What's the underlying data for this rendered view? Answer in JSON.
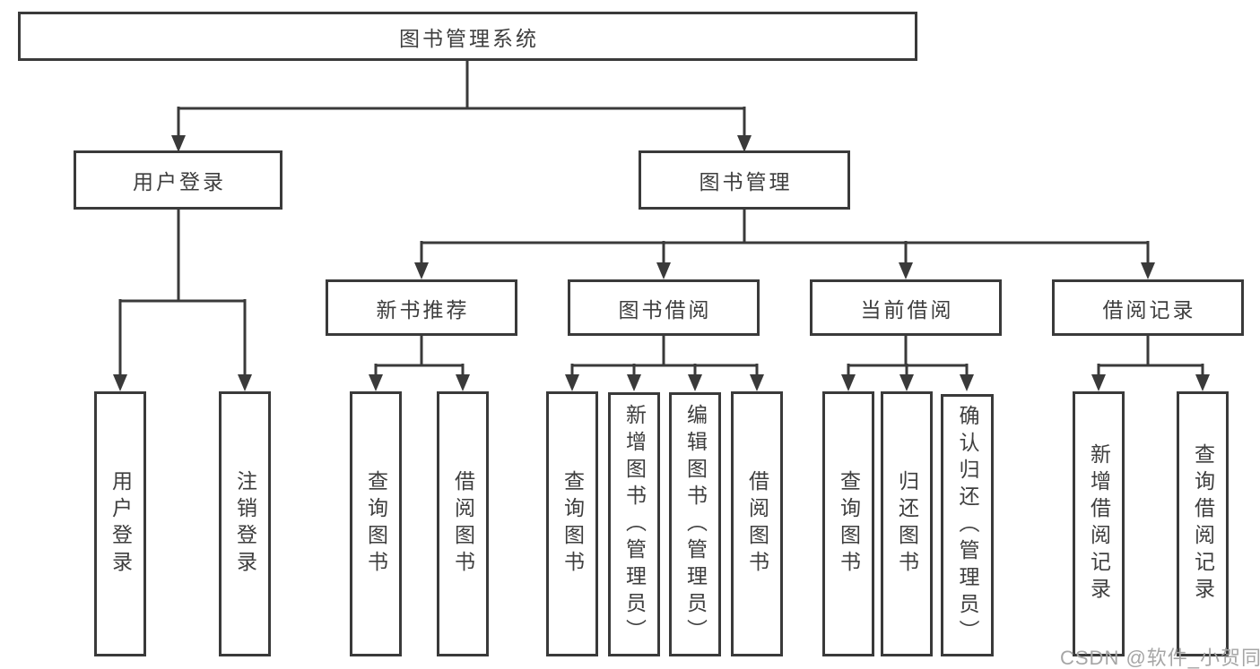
{
  "tree": {
    "root": "图书管理系统",
    "branches": [
      {
        "label": "用户登录",
        "children": [
          "用户登录",
          "注销登录"
        ]
      },
      {
        "label": "图书管理",
        "groups": [
          {
            "label": "新书推荐",
            "children": [
              "查询图书",
              "借阅图书"
            ]
          },
          {
            "label": "图书借阅",
            "children": [
              "查询图书",
              "新增图书（管理员）",
              "编辑图书（管理员）",
              "借阅图书"
            ]
          },
          {
            "label": "当前借阅",
            "children": [
              "查询图书",
              "归还图书",
              "确认归还（管理员）"
            ]
          },
          {
            "label": "借阅记录",
            "children": [
              "新增借阅记录",
              "查询借阅记录"
            ]
          }
        ]
      }
    ]
  },
  "watermark": "CSDN @软件_小贺同学",
  "colors": {
    "line": "#3a3a3a",
    "text": "#3e3e3e",
    "watermark": "#a6a6a6"
  }
}
